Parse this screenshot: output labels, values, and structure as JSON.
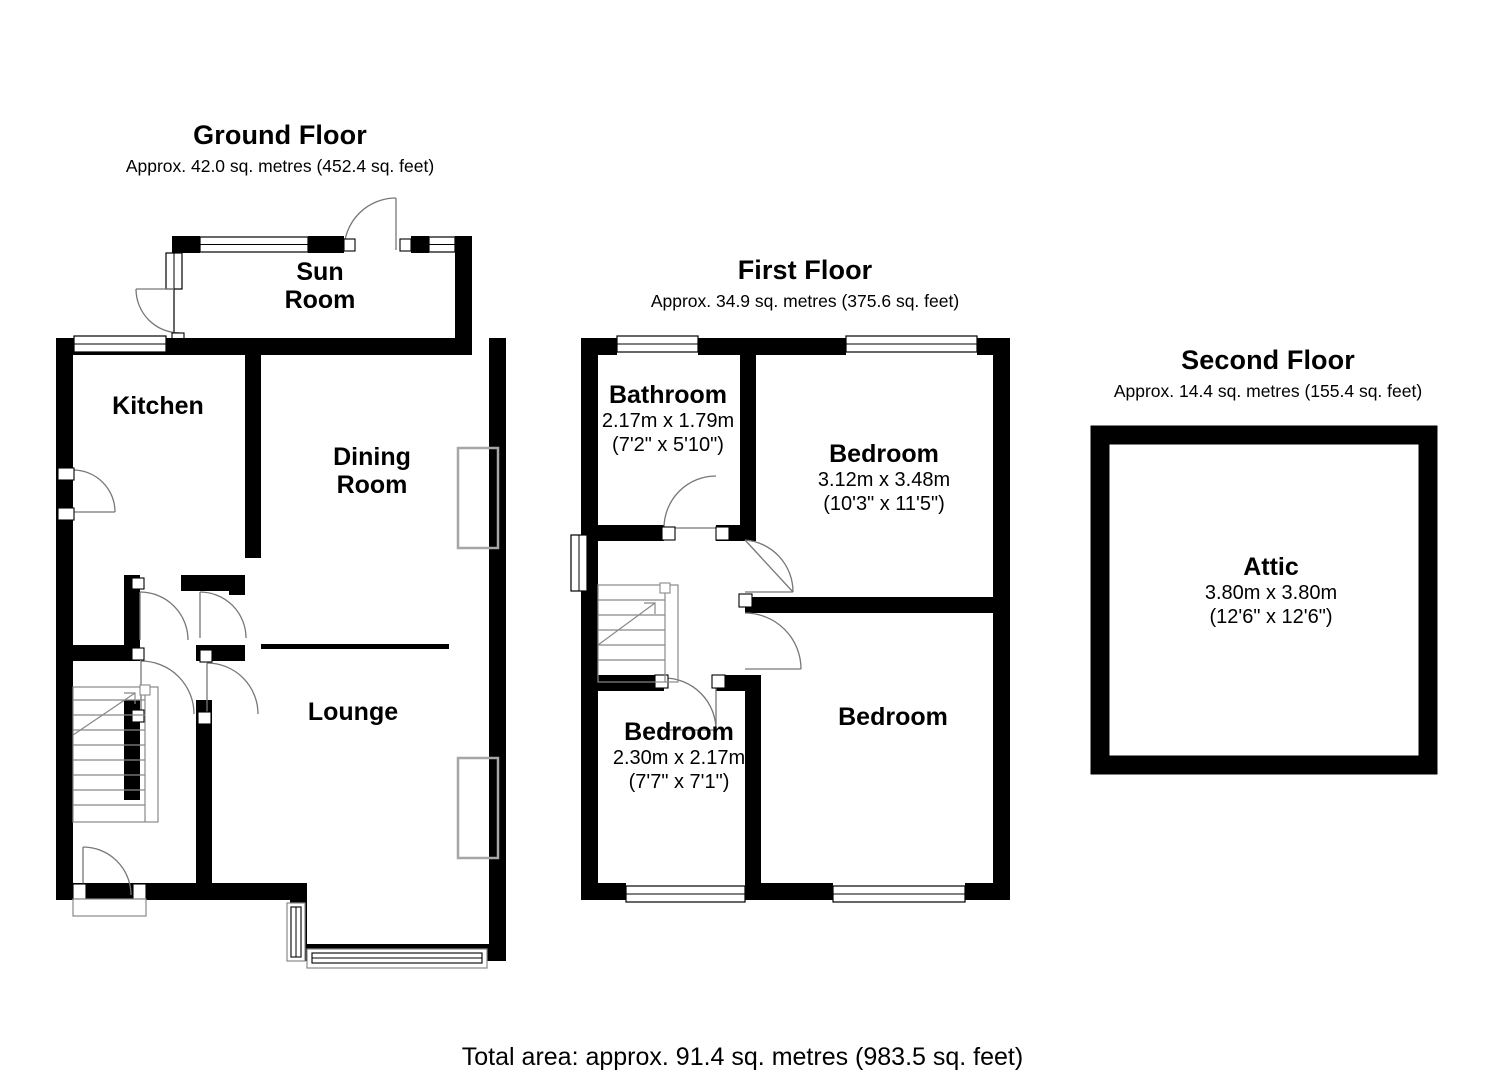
{
  "document": {
    "type": "floor-plan",
    "total_area_text": "Total area: approx. 91.4 sq. metres (983.5 sq. feet)",
    "colors": {
      "wall": "#000000",
      "background": "#ffffff",
      "opening_outline": "#000000",
      "feature_outline": "#a6a6a6",
      "stair_line": "#555555"
    }
  },
  "floors": {
    "ground": {
      "title": "Ground Floor",
      "area": "Approx. 42.0 sq. metres (452.4 sq. feet)",
      "rooms": {
        "sun_room": {
          "name_line1": "Sun",
          "name_line2": "Room"
        },
        "kitchen": {
          "name": "Kitchen"
        },
        "dining_room": {
          "name_line1": "Dining",
          "name_line2": "Room"
        },
        "lounge": {
          "name": "Lounge"
        }
      }
    },
    "first": {
      "title": "First Floor",
      "area": "Approx. 34.9 sq. metres (375.6 sq. feet)",
      "rooms": {
        "bathroom": {
          "name": "Bathroom",
          "dim_metric": "2.17m x 1.79m",
          "dim_imperial": "(7'2\" x 5'10\")"
        },
        "bedroom_main": {
          "name": "Bedroom",
          "dim_metric": "3.12m x 3.48m",
          "dim_imperial": "(10'3\" x 11'5\")"
        },
        "bedroom_small": {
          "name": "Bedroom",
          "dim_metric": "2.30m x 2.17m",
          "dim_imperial": "(7'7\" x 7'1\")"
        },
        "bedroom_rear": {
          "name": "Bedroom"
        }
      }
    },
    "second": {
      "title": "Second Floor",
      "area": "Approx. 14.4 sq. metres (155.4 sq. feet)",
      "rooms": {
        "attic": {
          "name": "Attic",
          "dim_metric": "3.80m x 3.80m",
          "dim_imperial": "(12'6\" x 12'6\")"
        }
      }
    }
  }
}
